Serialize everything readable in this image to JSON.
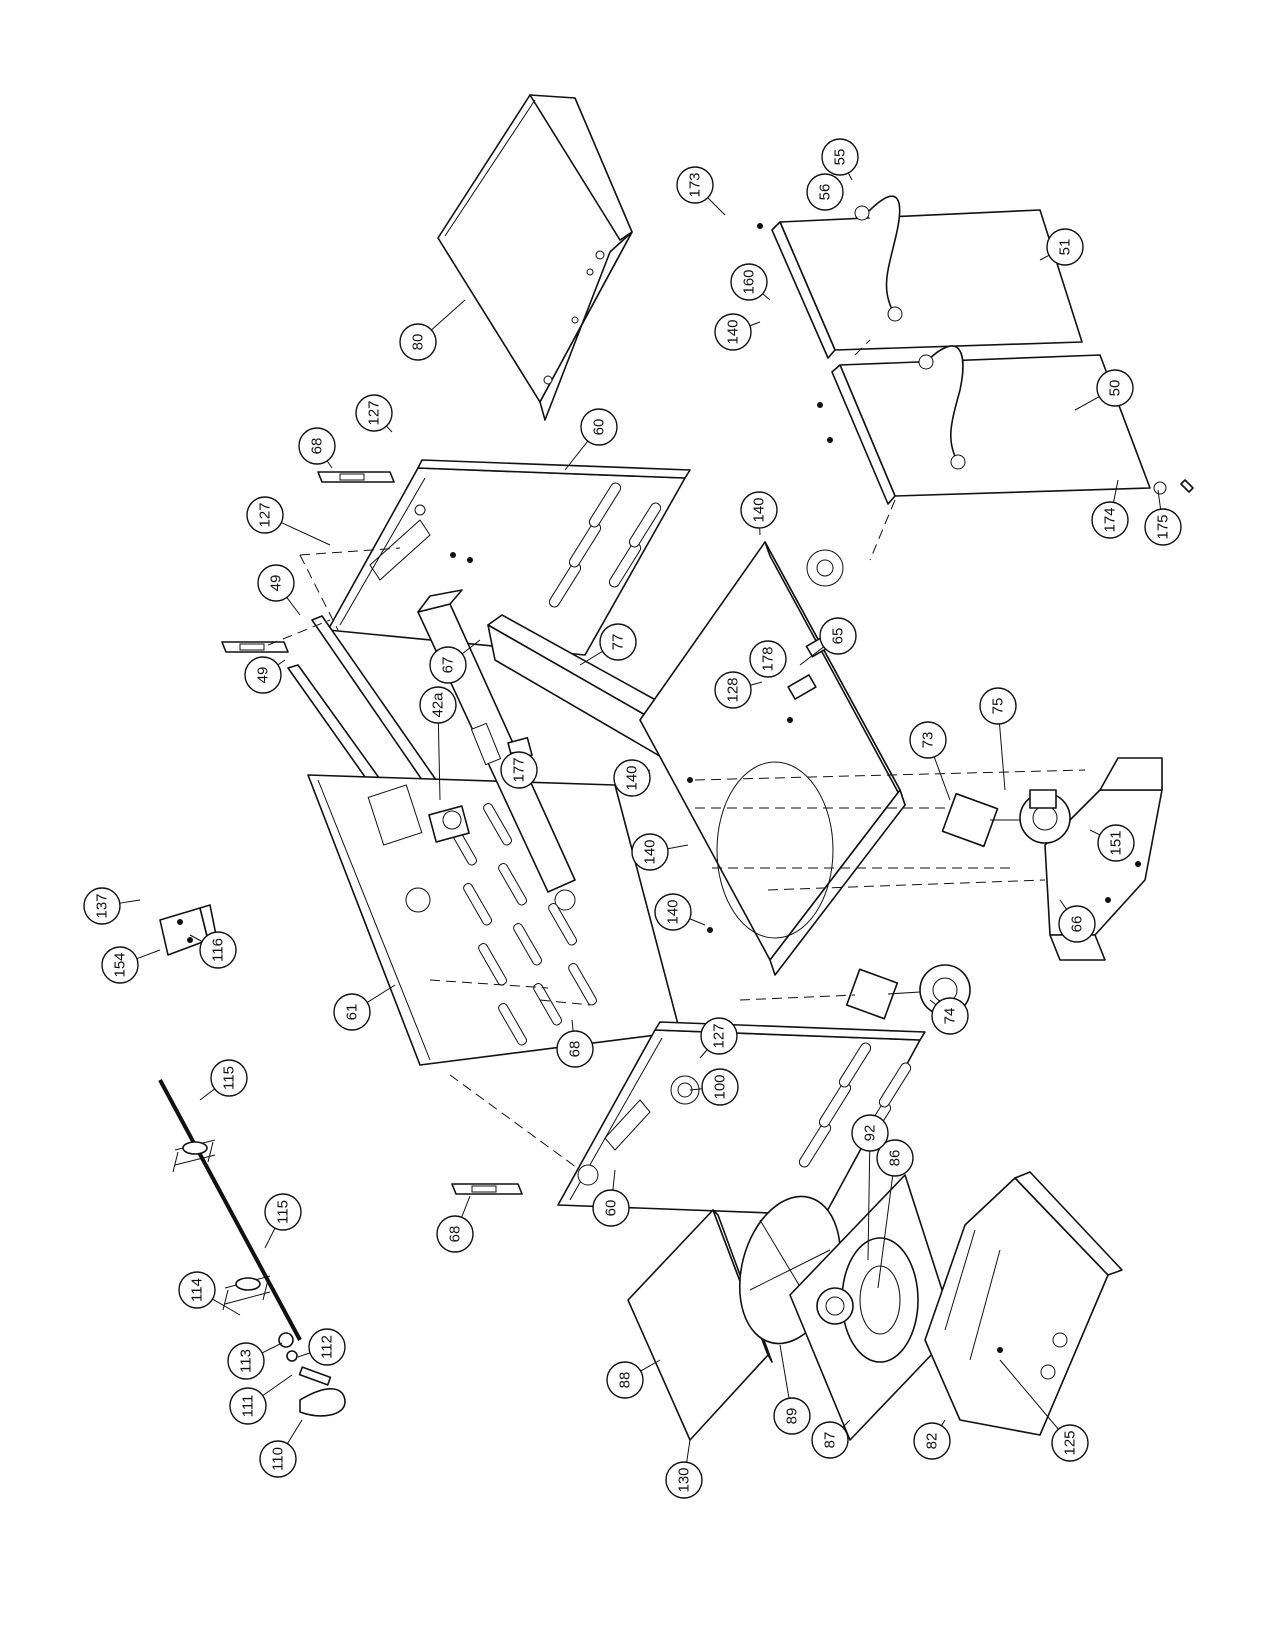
{
  "figure": {
    "type": "exploded parts diagram",
    "orientation": "rotated 90 degrees counter-clockwise"
  },
  "callouts": [
    {
      "label": "173"
    },
    {
      "label": "56"
    },
    {
      "label": "55"
    },
    {
      "label": "51"
    },
    {
      "label": "160"
    },
    {
      "label": "140"
    },
    {
      "label": "50"
    },
    {
      "label": "174"
    },
    {
      "label": "175"
    },
    {
      "label": "80"
    },
    {
      "label": "68"
    },
    {
      "label": "127"
    },
    {
      "label": "60"
    },
    {
      "label": "127"
    },
    {
      "label": "49"
    },
    {
      "label": "49"
    },
    {
      "label": "67"
    },
    {
      "label": "42a"
    },
    {
      "label": "77"
    },
    {
      "label": "177"
    },
    {
      "label": "140"
    },
    {
      "label": "65"
    },
    {
      "label": "128"
    },
    {
      "label": "178"
    },
    {
      "label": "140"
    },
    {
      "label": "73"
    },
    {
      "label": "75"
    },
    {
      "label": "151"
    },
    {
      "label": "140"
    },
    {
      "label": "66"
    },
    {
      "label": "140"
    },
    {
      "label": "74"
    },
    {
      "label": "137"
    },
    {
      "label": "116"
    },
    {
      "label": "154"
    },
    {
      "label": "61"
    },
    {
      "label": "68"
    },
    {
      "label": "127"
    },
    {
      "label": "100"
    },
    {
      "label": "115"
    },
    {
      "label": "68"
    },
    {
      "label": "60"
    },
    {
      "label": "115"
    },
    {
      "label": "114"
    },
    {
      "label": "113"
    },
    {
      "label": "112"
    },
    {
      "label": "111"
    },
    {
      "label": "110"
    },
    {
      "label": "86"
    },
    {
      "label": "92"
    },
    {
      "label": "88"
    },
    {
      "label": "89"
    },
    {
      "label": "87"
    },
    {
      "label": "82"
    },
    {
      "label": "125"
    },
    {
      "label": "130"
    }
  ]
}
